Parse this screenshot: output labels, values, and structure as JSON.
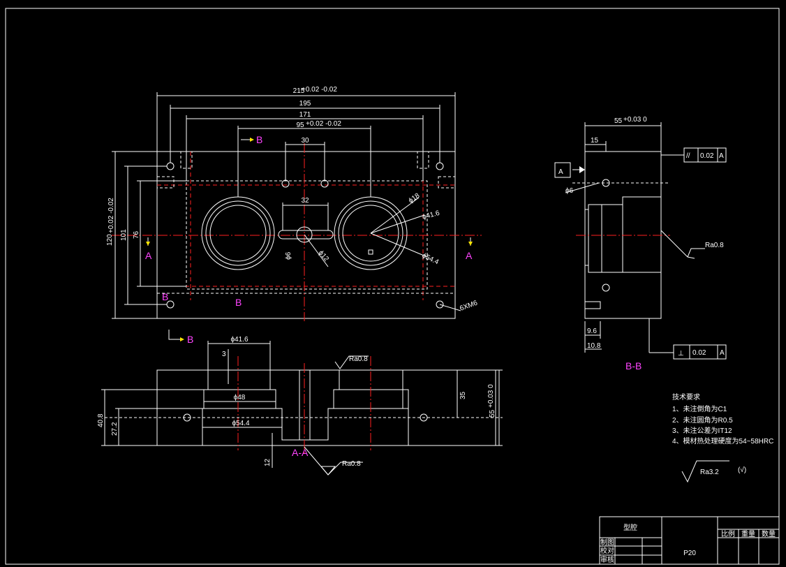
{
  "plan_view": {
    "dim_215": "215",
    "dim_215_tol": "+0.02 -0.02",
    "dim_195": "195",
    "dim_171": "171",
    "dim_95": "95",
    "dim_95_tol": "+0.02 -0.02",
    "dim_30": "30",
    "dim_32": "32",
    "dim_120": "120",
    "dim_120_tol": "+0.02 -0.02",
    "dim_101": "101",
    "dim_76": "76",
    "dia_18": "ϕ18",
    "dia_41_6": "ϕ41.6",
    "dia_54_4": "ϕ54.4",
    "dia_6": "ϕ6",
    "dia_12": "ϕ12",
    "thread": "6XM6",
    "label_a": "A",
    "label_b": "B"
  },
  "section_aa": {
    "dia_41_6": "ϕ41.6",
    "dim_3": "3",
    "dia_48": "ϕ48",
    "dia_54_4": "ϕ54.4",
    "dim_40_8": "40.8",
    "dim_27_2": "27.2",
    "dim_35": "35",
    "dim_55": "55",
    "dim_55_tol": "+0.03 0",
    "dim_12": "12",
    "ra_top": "Ra0.8",
    "ra_bottom": "Ra0.8",
    "section_label": "A-A"
  },
  "section_bb": {
    "dim_55": "55",
    "dim_55_tol": "+0.03 0",
    "dim_15": "15",
    "dia_6": "ϕ6",
    "datum": "A",
    "parallel_symbol": "//",
    "parallel_tol": "0.02",
    "parallel_ref": "A",
    "ra": "Ra0.8",
    "dim_9_6": "9.6",
    "dim_10_8": "10.8",
    "perp_symbol": "⊥",
    "perp_tol": "0.02",
    "perp_ref": "A",
    "section_label": "B-B"
  },
  "tech_requirements": {
    "title": "技术要求",
    "items": [
      "1、未注倒角为C1",
      "2、未注圆角为R0.5",
      "3、未注公差为IT12",
      "4、模材热处理硬度为54~58HRC"
    ]
  },
  "roughness_general": {
    "value": "Ra3.2",
    "symbol": "(√)"
  },
  "title_block": {
    "part_name": "型腔",
    "material": "P20",
    "col_scale": "比例",
    "col_weight": "重量",
    "col_qty": "数量",
    "row_draw": "制图",
    "row_check": "校对",
    "row_review": "审核"
  }
}
